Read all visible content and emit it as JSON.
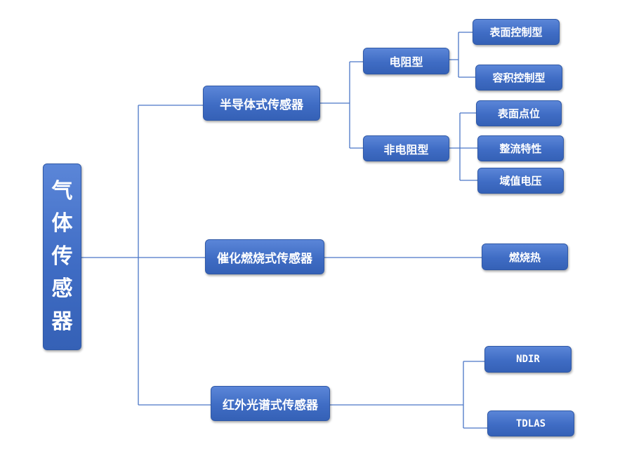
{
  "root": {
    "chars": [
      "气",
      "体",
      "传",
      "感",
      "器"
    ]
  },
  "semiconductor": {
    "label": "半导体式传感器",
    "resistive": {
      "label": "电阻型",
      "children": [
        "表面控制型",
        "容积控制型"
      ]
    },
    "non_resistive": {
      "label": "非电阻型",
      "children": [
        "表面点位",
        "整流特性",
        "域值电压"
      ]
    }
  },
  "catalytic": {
    "label": "催化燃烧式传感器",
    "children": [
      "燃烧热"
    ]
  },
  "infrared": {
    "label": "红外光谱式传感器",
    "children": [
      "NDIR",
      "TDLAS"
    ]
  },
  "colors": {
    "node": "#4472c4",
    "line": "#4472c4"
  }
}
